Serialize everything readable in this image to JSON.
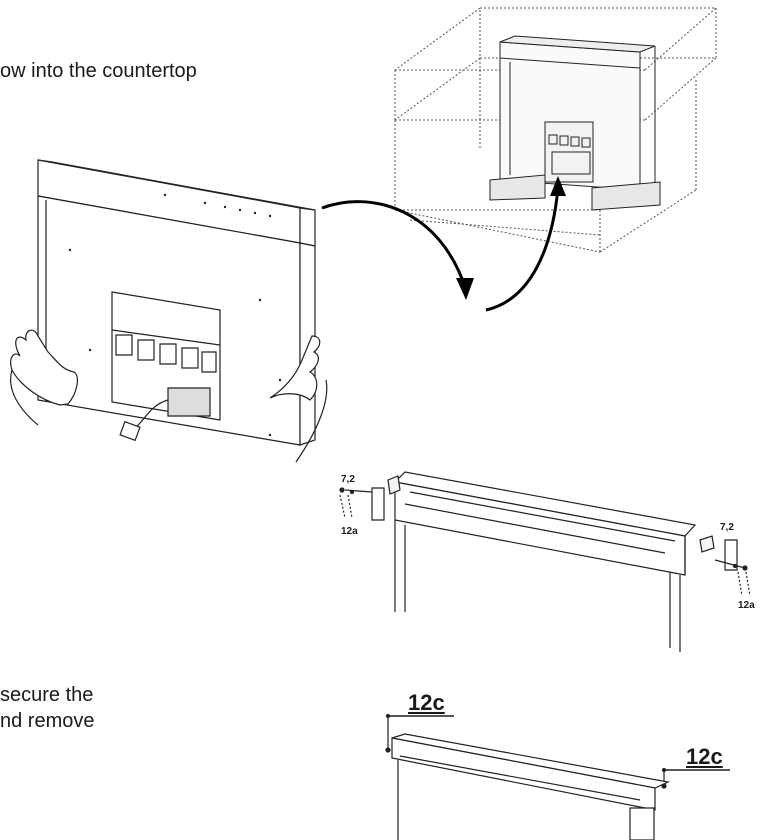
{
  "text": {
    "line1": "ow into the countertop",
    "line2": "secure the",
    "line3": "nd remove"
  },
  "labels": {
    "dim_left": "7,2",
    "dim_right": "7,2",
    "part_left": "12a",
    "part_right": "12a",
    "callout_left": "12c",
    "callout_right": "12c"
  }
}
